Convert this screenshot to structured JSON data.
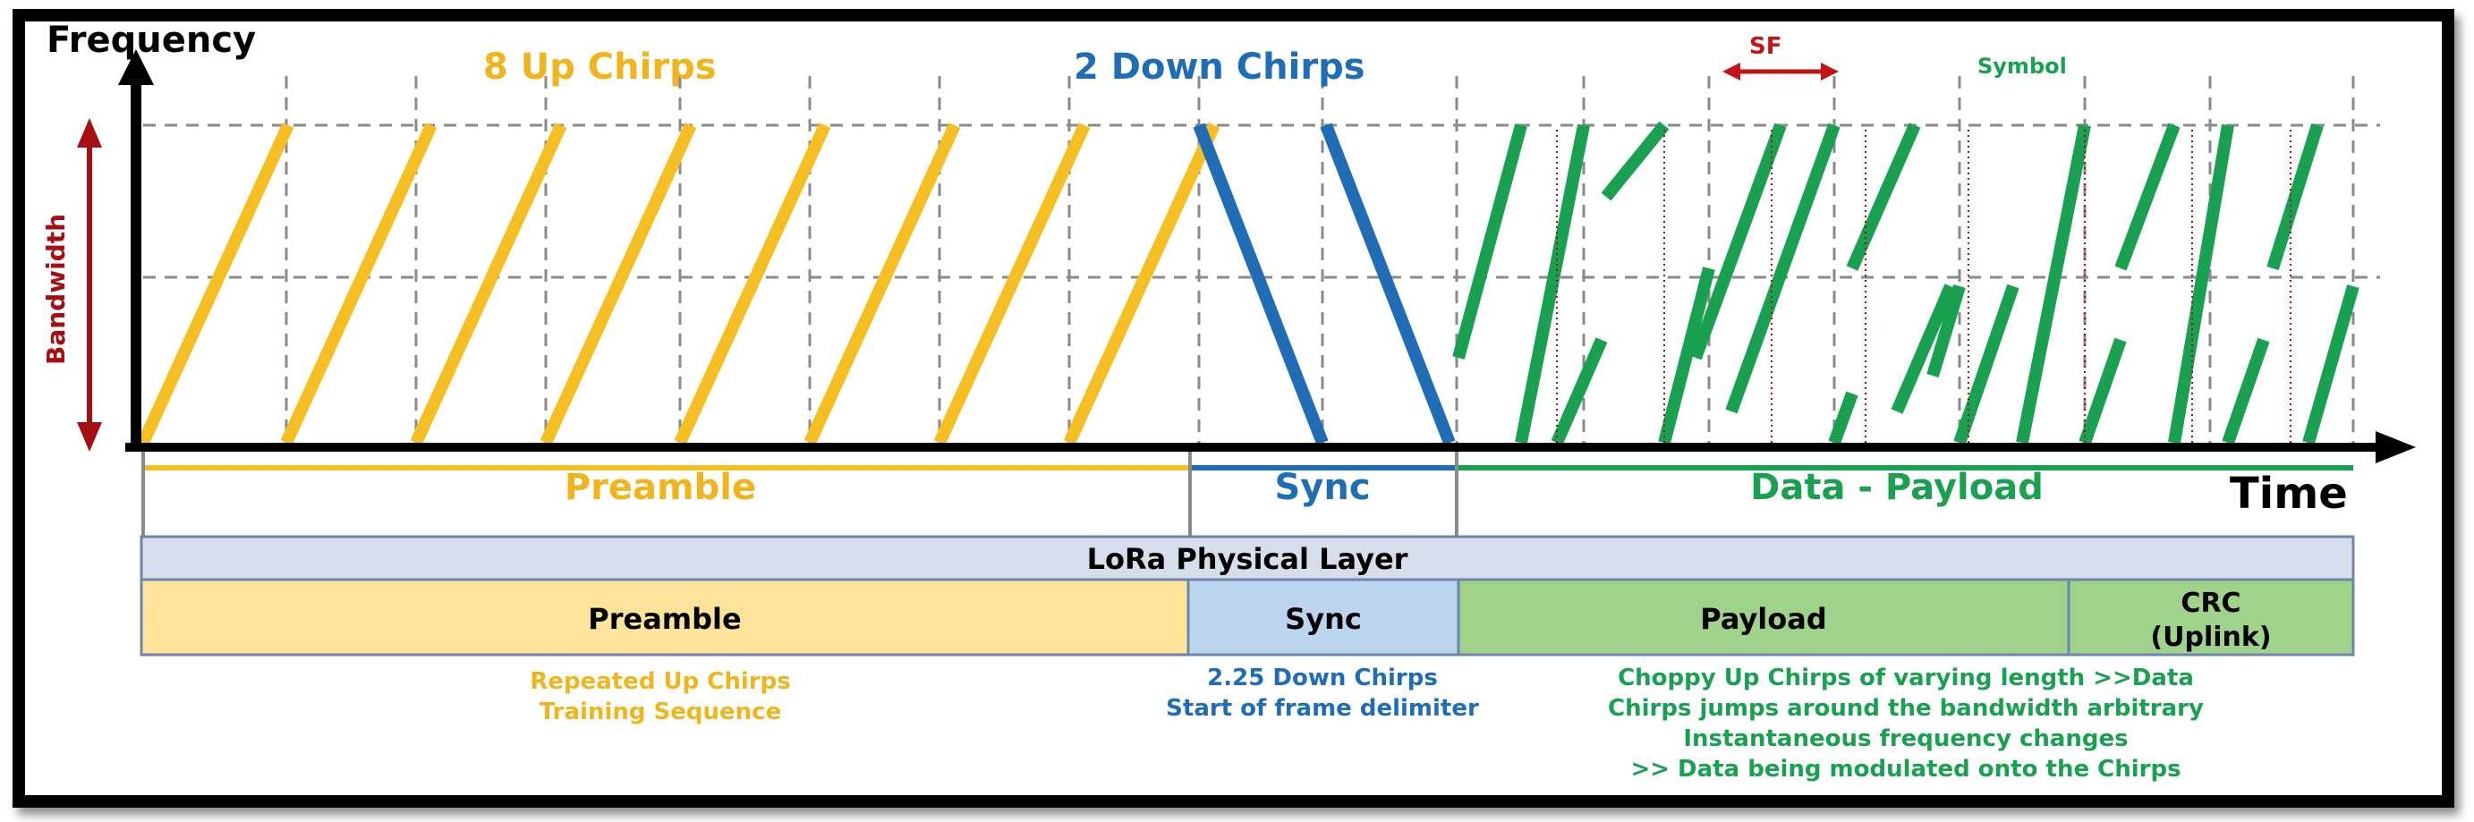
{
  "axes": {
    "y_label": "Frequency",
    "x_label": "Time",
    "bandwidth_label": "Bandwidth"
  },
  "top_labels": {
    "up_chirps": "8 Up Chirps",
    "down_chirps": "2 Down Chirps",
    "sf": "SF",
    "symbol": "Symbol"
  },
  "timeline": {
    "preamble": "Preamble",
    "sync": "Sync",
    "payload": "Data - Payload"
  },
  "physical_layer": {
    "title": "LoRa Physical Layer",
    "segments": [
      {
        "label": "Preamble"
      },
      {
        "label": "Sync"
      },
      {
        "label": "Payload"
      },
      {
        "label": "CRC",
        "label2": "(Uplink)"
      }
    ]
  },
  "descriptions": {
    "preamble": [
      "Repeated Up Chirps",
      "Training Sequence"
    ],
    "sync": [
      "2.25 Down Chirps",
      "Start of frame delimiter"
    ],
    "payload": [
      "Choppy Up Chirps of varying length >>Data",
      "Chirps jumps around the bandwidth arbitrary",
      "Instantaneous frequency changes",
      ">> Data being modulated onto the Chirps"
    ]
  },
  "colors": {
    "preamble": "#f5bf23",
    "sync": "#1f6db5",
    "payload": "#1aa051",
    "bandwidth_arrow": "#a50f12",
    "grid": "#8a8a8a",
    "preamble_fill": "#fde49a",
    "sync_fill": "#bcd4ee",
    "payload_fill": "#9fd38b",
    "header_fill": "#d6deeb"
  }
}
